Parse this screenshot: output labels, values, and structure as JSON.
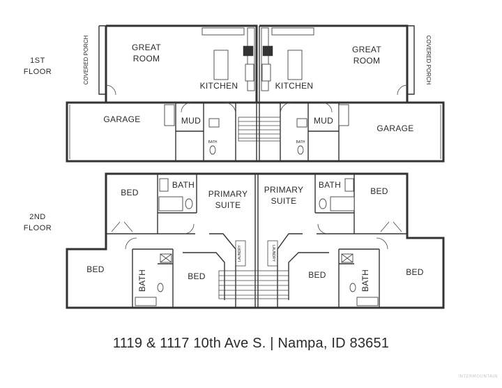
{
  "plan": {
    "floors": {
      "first": [
        "1ST",
        "FLOOR"
      ],
      "second": [
        "2ND",
        "FLOOR"
      ]
    },
    "rooms": {
      "great_room": [
        "GREAT",
        "ROOM"
      ],
      "covered_porch": "COVERED PORCH",
      "kitchen": "KITCHEN",
      "garage": "GARAGE",
      "mud": "MUD",
      "bath": "BATH",
      "bed": "BED",
      "primary_suite": [
        "PRIMARY",
        "SUITE"
      ],
      "laundry": "LAUNDRY"
    }
  },
  "caption": "1119 & 1117 10th Ave S. | Nampa, ID 83651",
  "watermark": "INTERMOUNTAIN"
}
